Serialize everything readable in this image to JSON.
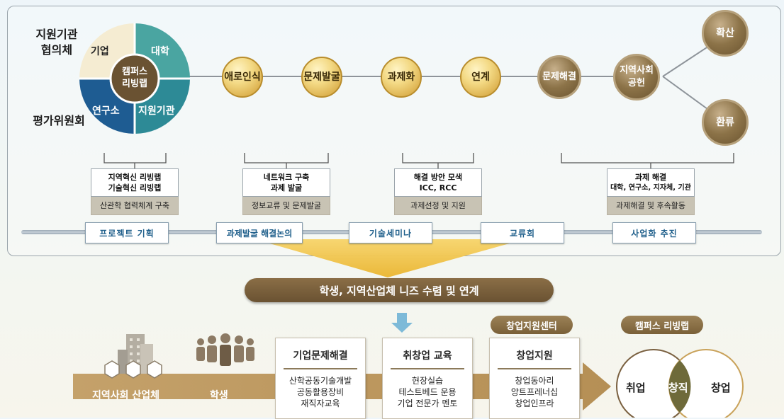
{
  "side_labels": {
    "council": [
      "지원기관",
      "협의체"
    ],
    "committee": "평가위원회"
  },
  "wheel": {
    "center": [
      "캠퍼스",
      "리빙랩"
    ],
    "segments": [
      "기업",
      "대학",
      "연구소",
      "지원기관"
    ],
    "colors": [
      "#f5ecd2",
      "#4aa5a1",
      "#1e5c92",
      "#2d8a96"
    ]
  },
  "process_nodes": [
    "애로인식",
    "문제발굴",
    "과제화",
    "연계",
    "문제해결"
  ],
  "outcome_nodes": {
    "community": [
      "지역사회",
      "공헌"
    ],
    "spread": "확산",
    "return": "환류"
  },
  "callouts": [
    {
      "top": [
        "지역혁신 리빙랩",
        "기술혁신 리빙랩"
      ],
      "bottom": "산관학 협력체계 구축"
    },
    {
      "top": [
        "네트워크 구축",
        "과제 발굴"
      ],
      "bottom": "정보교류 및 문제발굴"
    },
    {
      "top": [
        "해결 방안 모색",
        "ICC, RCC"
      ],
      "bottom": "과제선정 및 지원"
    },
    {
      "top": [
        "과제 해결",
        "대학, 연구소, 지자체, 기관"
      ],
      "bottom": "과제해결 및 후속활동"
    }
  ],
  "timeline": [
    "프로젝트 기획",
    "과제발굴 해결논의",
    "기술세미나",
    "교류회",
    "사업화 추진"
  ],
  "banner": "학생, 지역산업체 니즈 수렴 및 연계",
  "flow": {
    "community_label": "지역사회 산업체",
    "student_label": "학생"
  },
  "cards": [
    {
      "title": "기업문제해결",
      "lines": [
        "산학공동기술개발",
        "공동활용장비",
        "재직자교육"
      ]
    },
    {
      "title": "취창업 교육",
      "lines": [
        "현장실습",
        "테스트베드 운용",
        "기업 전문가 멘토"
      ]
    },
    {
      "title": "창업지원",
      "lines": [
        "창업동아리",
        "앙트프레너십",
        "창업인프라"
      ]
    }
  ],
  "pills": {
    "startup_center": "창업지원센터",
    "campus_livinglab": "캠퍼스 리빙랩"
  },
  "venn": {
    "left": "취업",
    "center": "창직",
    "right": "창업"
  }
}
